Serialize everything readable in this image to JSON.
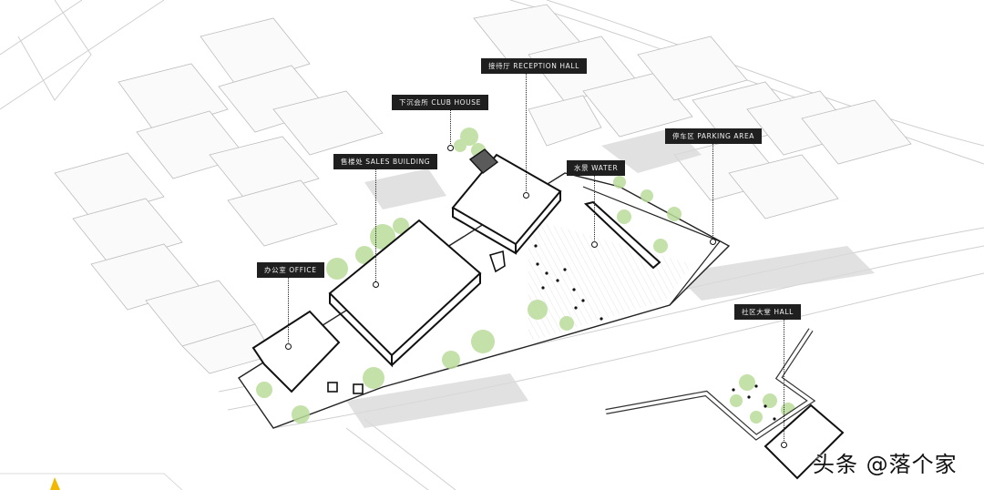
{
  "labels": {
    "reception": "接待厅 RECEPTION HALL",
    "clubhouse": "下沉会所 CLUB HOUSE",
    "sales": "售楼处 SALES BUILDING",
    "water": "水景 WATER",
    "parking": "停车区 PARKING AREA",
    "office": "办公室 OFFICE",
    "hall": "社区大堂 HALL"
  },
  "watermark": "头条 @落个家",
  "colors": {
    "line": "#222222",
    "light_line": "#c8c8c8",
    "tree": "#b9dc9a",
    "label_bg": "#1f1f1f",
    "accent": "#f2b800"
  }
}
